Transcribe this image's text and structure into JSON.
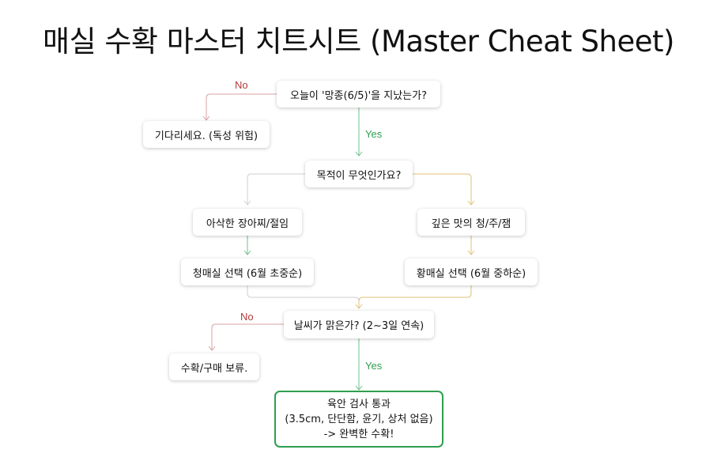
{
  "title": "매실 수확 마스터 치트시트 (Master Cheat Sheet)",
  "nodes": {
    "q_date": "오늘이 '망종(6/5)'을 지났는가?",
    "wait": "기다리세요. (독성 위험)",
    "q_purpose": "목적이 무엇인가요?",
    "pickle": "아삭한 장아찌/절임",
    "syrup": "깊은 맛의 청/주/잼",
    "green": "청매실 선택 (6월 초중순)",
    "yellow": "황매실 선택 (6월 중하순)",
    "q_weather": "날씨가 맑은가? (2~3일 연속)",
    "hold": "수확/구매 보류.",
    "final": {
      "line1": "육안 검사 통과",
      "line2": "(3.5cm, 단단함, 윤기, 상처 없음)",
      "line3": "-> 완벽한 수확!"
    }
  },
  "edge_labels": {
    "no1": "No",
    "yes1": "Yes",
    "no2": "No",
    "yes2": "Yes"
  },
  "colors": {
    "no": "#b33a3a",
    "yes": "#2f9e4f",
    "neutral": "#cfcfcf",
    "amber": "#e0c07a",
    "final_border": "#2f9e4f"
  }
}
